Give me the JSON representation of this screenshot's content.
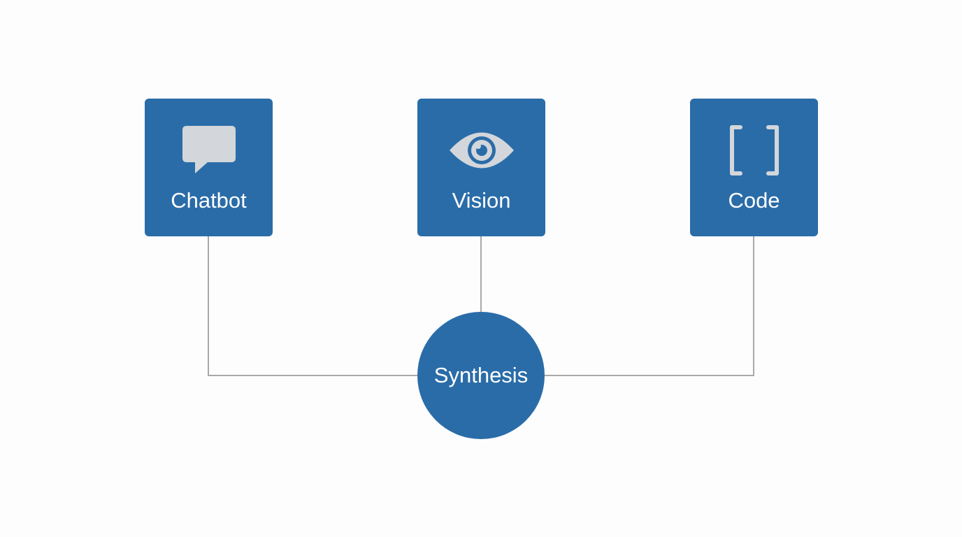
{
  "colors": {
    "node_fill": "#2a6ca8",
    "icon_fill": "#d3d6da",
    "connector": "#a8a8a8",
    "text": "#ffffff"
  },
  "nodes": [
    {
      "id": "chatbot",
      "label": "Chatbot",
      "icon": "speech-bubble-icon"
    },
    {
      "id": "vision",
      "label": "Vision",
      "icon": "eye-icon"
    },
    {
      "id": "code",
      "label": "Code",
      "icon": "brackets-icon"
    }
  ],
  "hub": {
    "label": "Synthesis"
  },
  "edges": [
    {
      "from": "chatbot",
      "to": "synthesis"
    },
    {
      "from": "vision",
      "to": "synthesis"
    },
    {
      "from": "code",
      "to": "synthesis"
    }
  ]
}
